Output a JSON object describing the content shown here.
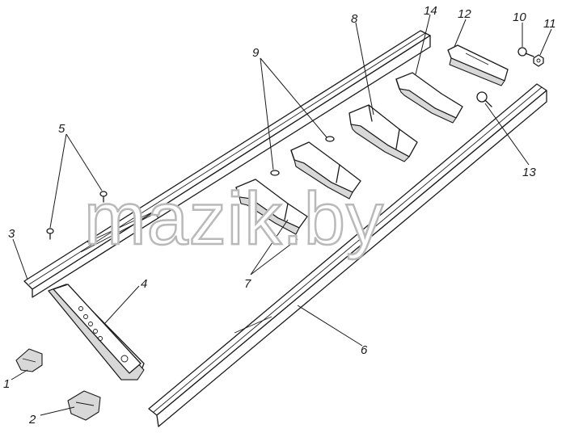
{
  "diagram": {
    "watermark": "mazik.by",
    "callouts": [
      {
        "id": "c1",
        "text": "1"
      },
      {
        "id": "c2",
        "text": "2"
      },
      {
        "id": "c3",
        "text": "3"
      },
      {
        "id": "c4",
        "text": "4"
      },
      {
        "id": "c5",
        "text": "5"
      },
      {
        "id": "c6",
        "text": "6"
      },
      {
        "id": "c7",
        "text": "7"
      },
      {
        "id": "c8",
        "text": "8"
      },
      {
        "id": "c9",
        "text": "9"
      },
      {
        "id": "c10",
        "text": "10"
      },
      {
        "id": "c11",
        "text": "11"
      },
      {
        "id": "c12",
        "text": "12"
      },
      {
        "id": "c13",
        "text": "13"
      },
      {
        "id": "c14",
        "text": "14"
      }
    ]
  }
}
